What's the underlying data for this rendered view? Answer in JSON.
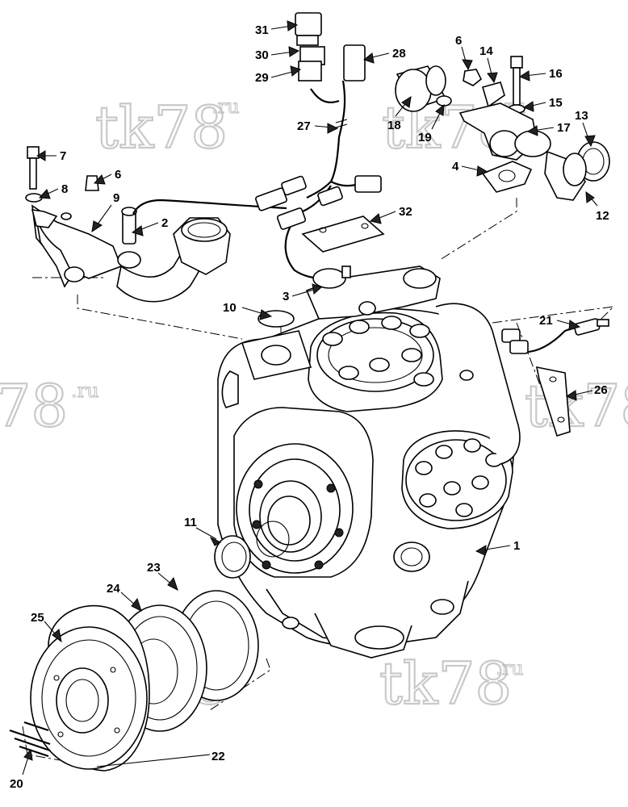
{
  "watermark": {
    "main": "tk78",
    "sup": ".ru"
  },
  "callouts": [
    {
      "id": "1",
      "text": "1"
    },
    {
      "id": "2",
      "text": "2"
    },
    {
      "id": "3",
      "text": "3"
    },
    {
      "id": "4",
      "text": "4"
    },
    {
      "id": "6a",
      "text": "6"
    },
    {
      "id": "6b",
      "text": "6"
    },
    {
      "id": "7",
      "text": "7"
    },
    {
      "id": "8",
      "text": "8"
    },
    {
      "id": "9",
      "text": "9"
    },
    {
      "id": "10",
      "text": "10"
    },
    {
      "id": "11",
      "text": "11"
    },
    {
      "id": "12",
      "text": "12"
    },
    {
      "id": "13",
      "text": "13"
    },
    {
      "id": "14",
      "text": "14"
    },
    {
      "id": "15",
      "text": "15"
    },
    {
      "id": "16",
      "text": "16"
    },
    {
      "id": "17",
      "text": "17"
    },
    {
      "id": "18",
      "text": "18"
    },
    {
      "id": "19",
      "text": "19"
    },
    {
      "id": "20",
      "text": "20"
    },
    {
      "id": "21",
      "text": "21"
    },
    {
      "id": "22",
      "text": "22"
    },
    {
      "id": "23",
      "text": "23"
    },
    {
      "id": "24",
      "text": "24"
    },
    {
      "id": "25",
      "text": "25"
    },
    {
      "id": "26",
      "text": "26"
    },
    {
      "id": "27",
      "text": "27"
    },
    {
      "id": "28",
      "text": "28"
    },
    {
      "id": "29",
      "text": "29"
    },
    {
      "id": "30",
      "text": "30"
    },
    {
      "id": "31",
      "text": "31"
    },
    {
      "id": "32",
      "text": "32"
    }
  ]
}
